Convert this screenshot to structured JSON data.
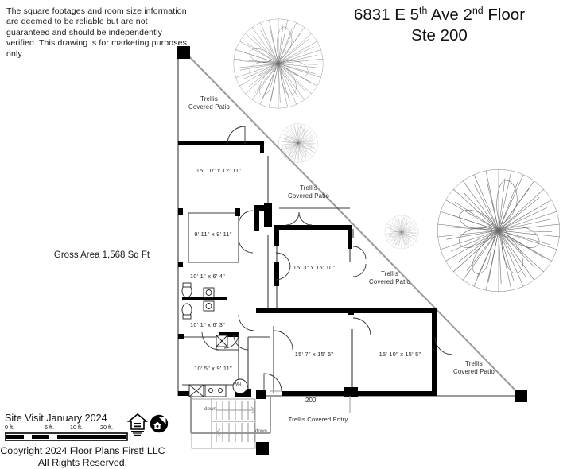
{
  "disclaimer": "The square footages and room size information are deemed to be reliable but are not guaranteed and should be independently verified. This drawing is for marketing purposes only.",
  "title": {
    "line1_part1": "6831 E 5",
    "line1_sup1": "th",
    "line1_part2": " Ave 2",
    "line1_sup2": "nd",
    "line1_part3": " Floor",
    "line2": "Ste 200"
  },
  "gross_area": "Gross Area 1,568 Sq Ft",
  "suite_number": "200",
  "patios": [
    {
      "id": "patio-top-left",
      "line1": "Trellis",
      "line2": "Covered Patio"
    },
    {
      "id": "patio-center-top",
      "line1": "Trellis",
      "line2": "Covered Patio"
    },
    {
      "id": "patio-center-right",
      "line1": "Trellis",
      "line2": "Covered Patio"
    },
    {
      "id": "patio-bottom-right",
      "line1": "Trellis",
      "line2": "Covered Patio"
    }
  ],
  "entry_label": "Trellis Covered Entry",
  "rooms": [
    {
      "id": "room-upper-left",
      "dimensions": "15' 10\" x 12' 11\""
    },
    {
      "id": "room-bedroom",
      "dimensions": "9' 11\" x 9' 11\""
    },
    {
      "id": "room-bath-upper",
      "dimensions": "10' 1\" x 6' 4\""
    },
    {
      "id": "room-bath-lower",
      "dimensions": "10' 1\" x 6' 3\""
    },
    {
      "id": "room-kitchen",
      "dimensions": "10' 5\" x 9' 11\""
    },
    {
      "id": "room-center",
      "dimensions": "15' 3\" x 15' 10\""
    },
    {
      "id": "room-lower-center",
      "dimensions": "15' 7\" x 15' 5\""
    },
    {
      "id": "room-lower-right",
      "dimensions": "15' 10\" x 15' 5\""
    }
  ],
  "stairs": {
    "label_upper": "down",
    "label_lower": "down"
  },
  "fixtures": {
    "water_heater": "WH"
  },
  "scale_bar": {
    "ticks": [
      "0 ft.",
      "6 ft.",
      "10 ft.",
      "20 ft."
    ]
  },
  "footer": {
    "site_visit": "Site Visit January 2024",
    "copyright_line1": "Copyright 2024 Floor Plans First! LLC",
    "copyright_line2": "All Rights Reserved."
  },
  "colors": {
    "wall": "#000000",
    "thin_wall": "#4a4a4a",
    "trellis_line": "#9a9a9a",
    "tree_stroke": "#6b6b6b",
    "text": "#1a1a1a"
  }
}
